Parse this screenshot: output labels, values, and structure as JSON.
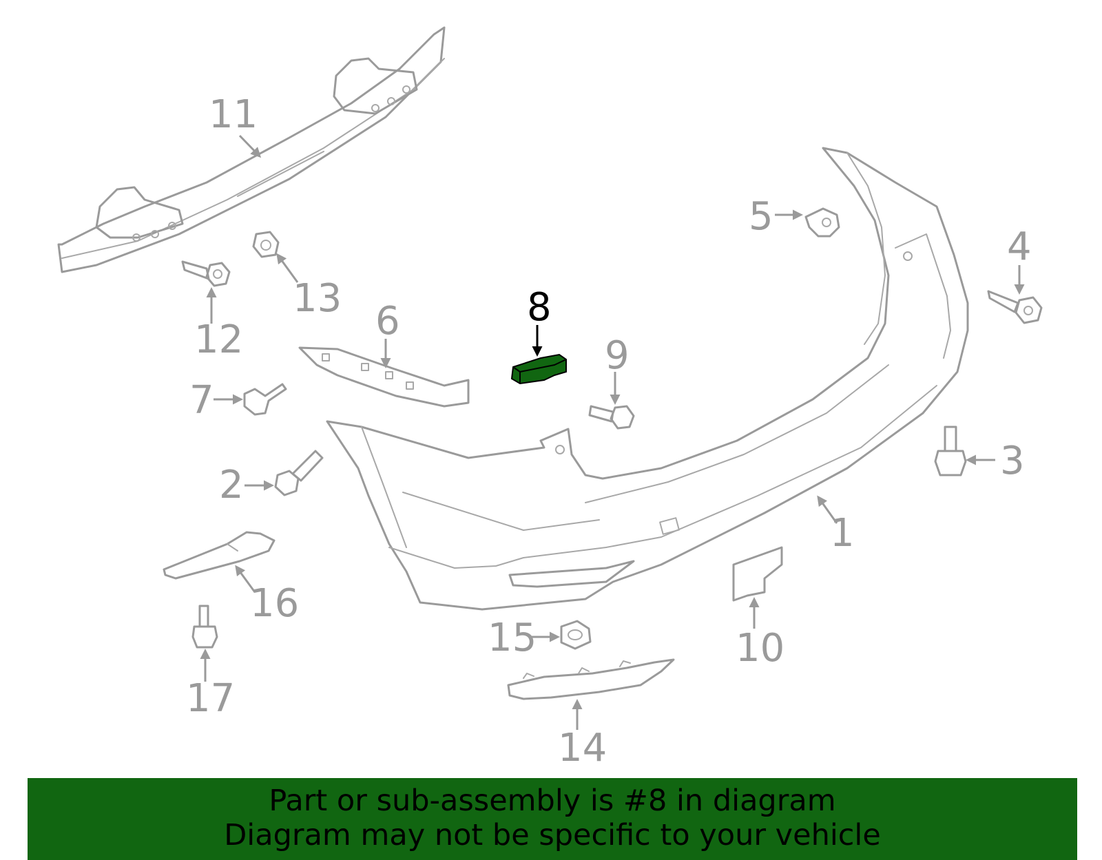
{
  "diagram": {
    "highlighted_callout": "8",
    "highlight_color": "#116611",
    "part_color": "#9a9a9a",
    "callouts": {
      "c1": "1",
      "c2": "2",
      "c3": "3",
      "c4": "4",
      "c5": "5",
      "c6": "6",
      "c7": "7",
      "c8": "8",
      "c9": "9",
      "c10": "10",
      "c11": "11",
      "c12": "12",
      "c13": "13",
      "c14": "14",
      "c15": "15",
      "c16": "16",
      "c17": "17"
    }
  },
  "banner": {
    "line1": "Part or sub-assembly is #8 in diagram",
    "line2": "Diagram may not be specific to your vehicle",
    "background": "#116611"
  }
}
